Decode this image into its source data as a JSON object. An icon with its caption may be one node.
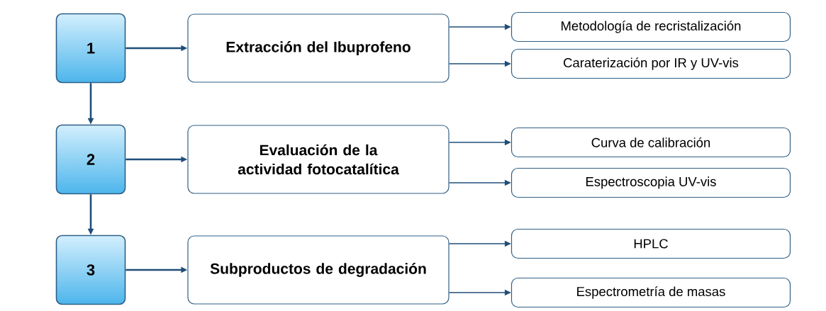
{
  "diagram": {
    "nodes": [
      {
        "text": [
          "1"
        ]
      },
      {
        "text": [
          "Extracción del Ibuprofeno"
        ]
      },
      {
        "text": [
          "Metodología de recristalización"
        ]
      },
      {
        "text": [
          "Caraterización por IR y UV-vis"
        ]
      },
      {
        "text": [
          "2"
        ]
      },
      {
        "text": [
          "Evaluación de la actividad fotocatalítica"
        ]
      },
      {
        "text": [
          "Curva de calibración"
        ]
      },
      {
        "text": [
          "Espectroscopia UV-vis"
        ]
      },
      {
        "text": [
          "3"
        ]
      },
      {
        "text": [
          "Subproductos de degradación"
        ]
      },
      {
        "text": [
          "HPLC"
        ]
      },
      {
        "text": [
          "Espectrometría de masas"
        ]
      }
    ],
    "edges": [
      {
        "from": 0,
        "to": 1,
        "arrow": "to"
      },
      {
        "from": 1,
        "to": 2,
        "arrow": "to"
      },
      {
        "from": 1,
        "to": 3,
        "arrow": "to"
      },
      {
        "from": 0,
        "to": 4,
        "arrow": "to"
      },
      {
        "from": 4,
        "to": 5,
        "arrow": "to"
      },
      {
        "from": 5,
        "to": 6,
        "arrow": "to"
      },
      {
        "from": 5,
        "to": 7,
        "arrow": "to"
      },
      {
        "from": 4,
        "to": 8,
        "arrow": "to"
      },
      {
        "from": 8,
        "to": 9,
        "arrow": "to"
      },
      {
        "from": 9,
        "to": 10,
        "arrow": "to"
      },
      {
        "from": 9,
        "to": 11,
        "arrow": "to"
      }
    ]
  }
}
